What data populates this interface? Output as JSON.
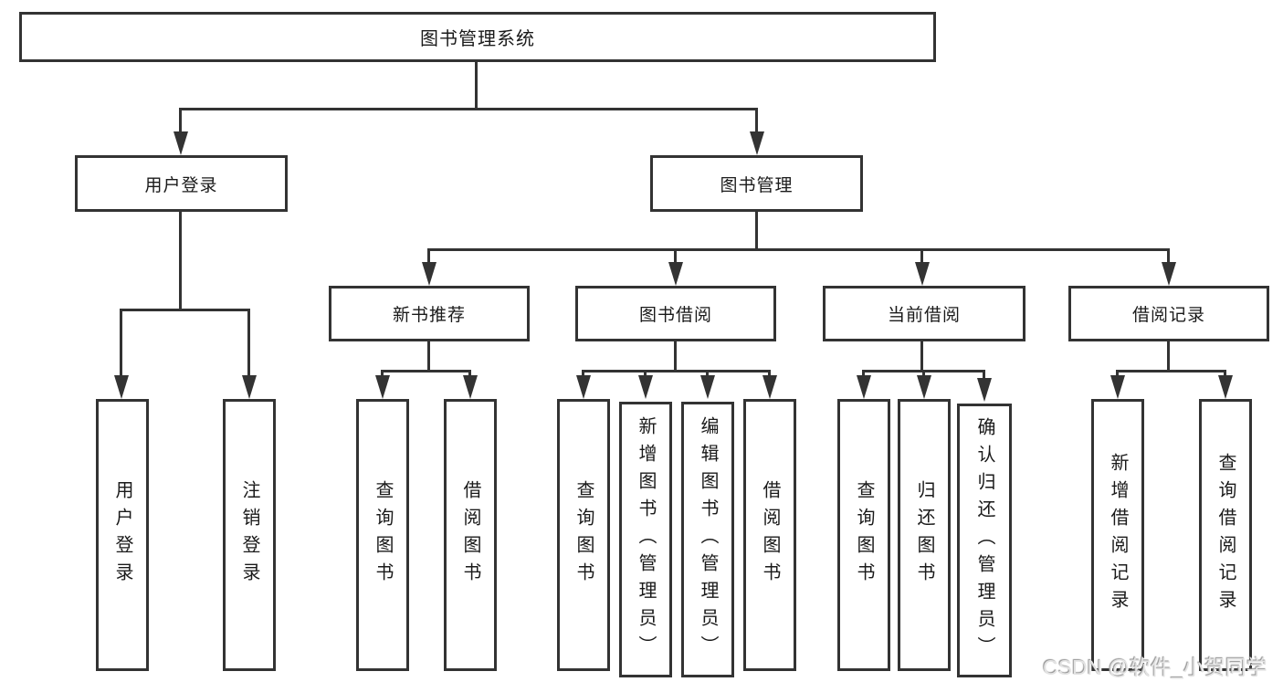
{
  "colors": {
    "line": "#333333",
    "box_border": "#333333",
    "text": "#1a1a1a",
    "watermark": "#e3e3e3"
  },
  "nodes": {
    "root": "图书管理系统",
    "user_login": "用户登录",
    "book_mgmt": "图书管理",
    "new_book_rec": "新书推荐",
    "book_borrow": "图书借阅",
    "current_borrow": "当前借阅",
    "borrow_records": "借阅记录",
    "leaf_user_login": "用户登录",
    "leaf_logout": "注销登录",
    "rec_query_book": "查询图书",
    "rec_borrow_book": "借阅图书",
    "bor_query_book": "查询图书",
    "bor_add_book": "新增图书（管理员）",
    "bor_edit_book": "编辑图书（管理员）",
    "bor_borrow_book": "借阅图书",
    "cur_query_book": "查询图书",
    "cur_return_book": "归还图书",
    "cur_confirm_return": "确认归还（管理员）",
    "rcd_add_record": "新增借阅记录",
    "rcd_query_record": "查询借阅记录"
  },
  "watermark": "CSDN @软件_小贺同学"
}
